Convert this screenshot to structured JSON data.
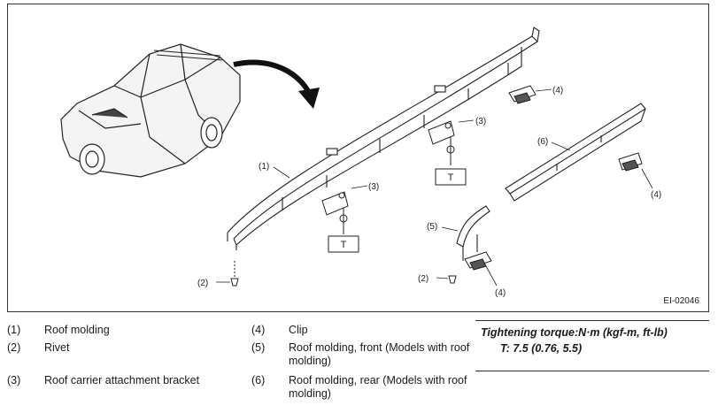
{
  "diagram": {
    "figure_id": "EI-02046",
    "callouts": {
      "c1": "(1)",
      "c2a": "(2)",
      "c2b": "(2)",
      "c3a": "(3)",
      "c3b": "(3)",
      "c4a": "(4)",
      "c4b": "(4)",
      "c4c": "(4)",
      "c5": "(5)",
      "c6": "(6)"
    },
    "torque_boxes": {
      "t1": "T",
      "t2": "T"
    }
  },
  "legend": [
    {
      "num": "(1)",
      "text": "Roof molding"
    },
    {
      "num": "(2)",
      "text": "Rivet"
    },
    {
      "num": "(3)",
      "text": "Roof carrier attachment bracket"
    },
    {
      "num": "(4)",
      "text": "Clip"
    },
    {
      "num": "(5)",
      "text": "Roof molding, front (Models with roof molding)"
    },
    {
      "num": "(6)",
      "text": "Roof molding, rear (Models with roof molding)"
    }
  ],
  "torque": {
    "title": "Tightening torque:N·m (kgf-m, ft-lb)",
    "value": "T:   7.5 (0.76, 5.5)"
  }
}
